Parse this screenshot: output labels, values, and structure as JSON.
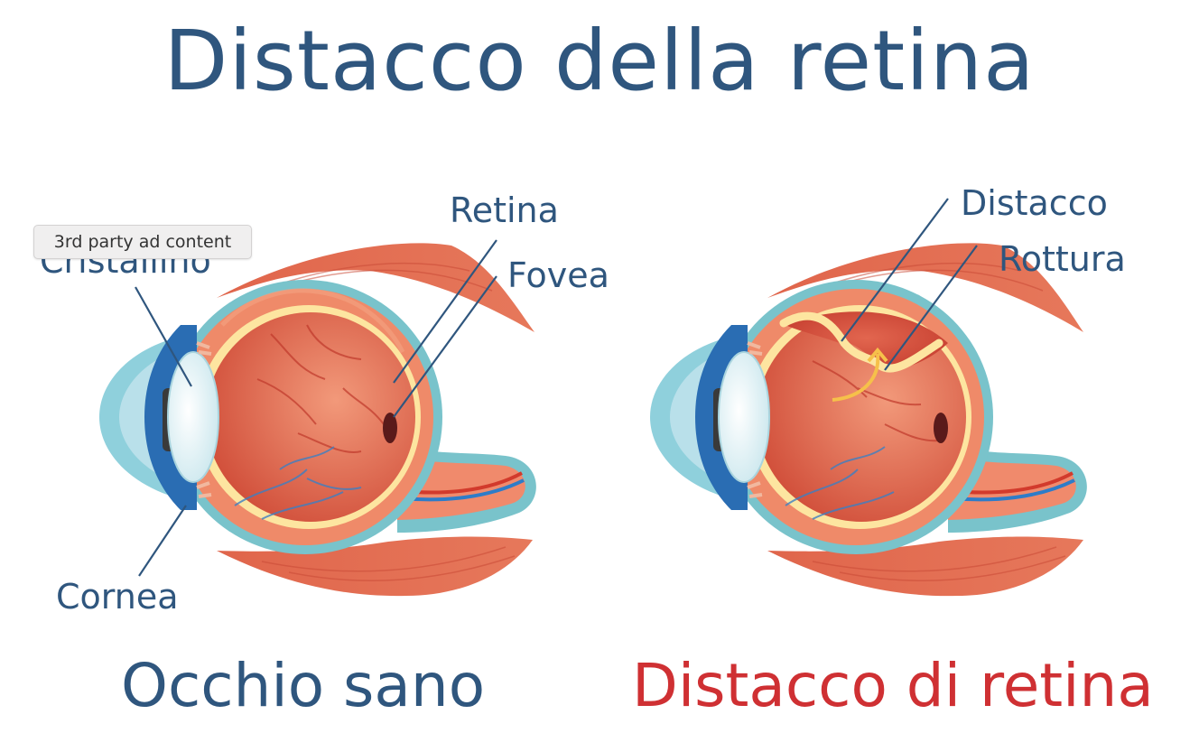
{
  "title": "Distacco della retina",
  "labels": {
    "cristallino": "Cristallino",
    "cornea": "Cornea",
    "retina": "Retina",
    "fovea": "Fovea",
    "distacco": "Distacco",
    "rottura": "Rottura"
  },
  "captions": {
    "healthy": "Occhio sano",
    "detached": "Distacco di retina"
  },
  "ad_badge": "3rd party ad content",
  "colors": {
    "title": "#2f567e",
    "detached_caption": "#cf3033",
    "muscle": "#e0654b",
    "sclera": "#ef8a69",
    "retina": "#fde5a0",
    "outer_layer": "#79c3cb",
    "cornea": "#b9e0ea",
    "iris": "#2a6db3"
  }
}
